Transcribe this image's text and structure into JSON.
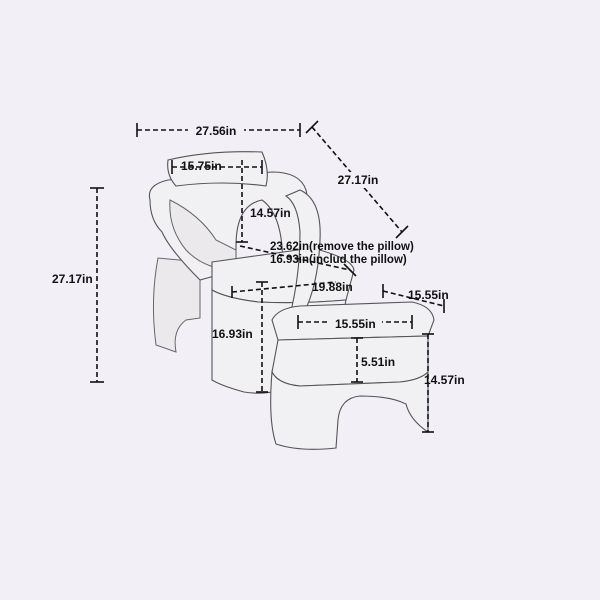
{
  "diagram": {
    "background_color": "#f3eff7",
    "chair": {
      "overall_width": "27.56in",
      "overall_depth": "27.17in",
      "overall_height": "27.17in",
      "pillow_width": "15.75in",
      "pillow_height": "14.57in",
      "seat_depth_no_pillow": "23.62in(remove the pillow)",
      "seat_depth_with_pillow": "16.93in(includ the pillow)",
      "seat_width": "19.88in",
      "seat_height": "16.93in"
    },
    "ottoman": {
      "depth": "15.55in",
      "width": "15.55in",
      "cushion_height": "5.51in",
      "height": "14.57in"
    }
  }
}
